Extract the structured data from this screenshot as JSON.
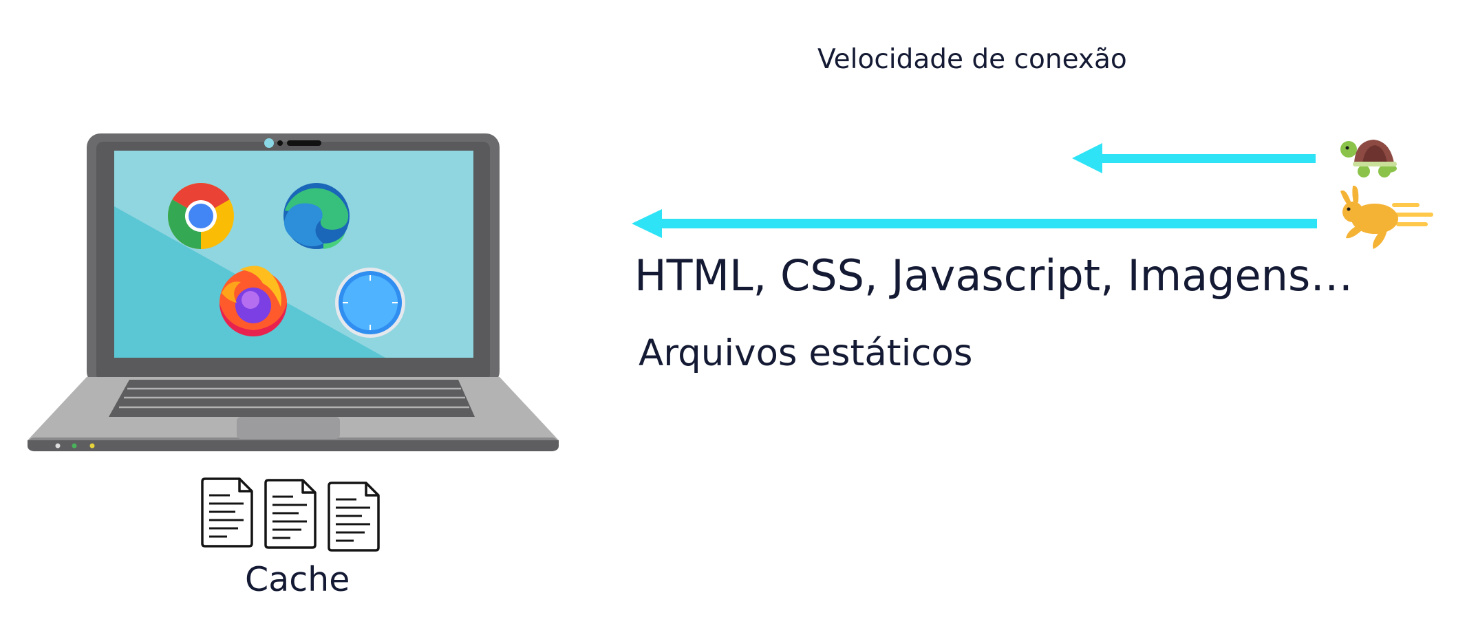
{
  "diagram": {
    "speed_title": "Velocidade de conexão",
    "files_label": "HTML, CSS, Javascript, Imagens…",
    "static_label": "Arquivos estáticos",
    "cache_label": "Cache",
    "icons": {
      "laptop": "laptop-icon",
      "browsers": [
        "chrome-icon",
        "edge-icon",
        "firefox-icon",
        "safari-icon"
      ],
      "slow": "turtle-icon",
      "fast": "rabbit-icon",
      "cache_files": [
        "document-icon",
        "document-icon",
        "document-icon"
      ]
    },
    "colors": {
      "arrow": "#2de3f5",
      "text": "#141a33",
      "screen": "#5bc6d4"
    }
  }
}
